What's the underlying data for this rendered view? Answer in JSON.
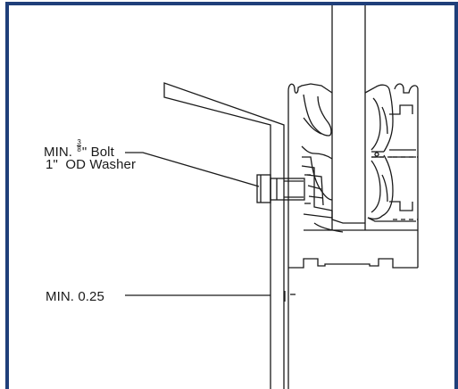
{
  "callouts": {
    "bolt": {
      "prefix": "MIN.",
      "num": "3",
      "den": "8",
      "suffix": "\" Bolt"
    },
    "washer": "1\"  OD Washer",
    "min_thickness": "MIN. 0.25"
  },
  "colors": {
    "frame": "#1f3f7a",
    "line": "#1a1a1a",
    "background": "#ffffff"
  }
}
